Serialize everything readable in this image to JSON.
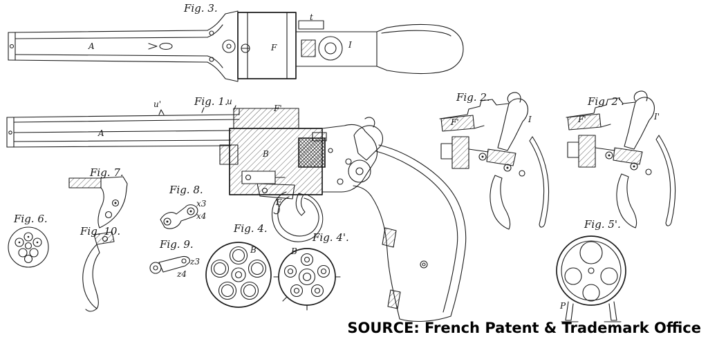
{
  "page": {
    "background": "#ffffff",
    "ink": "#1a1a1a"
  },
  "figures": {
    "fig3": {
      "label": "Fig. 3."
    },
    "fig1": {
      "label": "Fig. 1."
    },
    "fig2": {
      "label": "Fig. 2."
    },
    "fig2p": {
      "label": "Fig. 2'."
    },
    "fig7": {
      "label": "Fig. 7."
    },
    "fig6": {
      "label": "Fig. 6."
    },
    "fig10": {
      "label": "Fig. 10."
    },
    "fig8": {
      "label": "Fig. 8."
    },
    "fig9": {
      "label": "Fig. 9."
    },
    "fig4": {
      "label": "Fig. 4."
    },
    "fig4p": {
      "label": "Fig. 4'."
    },
    "fig5p": {
      "label": "Fig. 5'."
    }
  },
  "part_labels": [
    "A",
    "F",
    "I",
    "t",
    "A",
    "u'",
    "u",
    "F'",
    "B",
    "E",
    "F'",
    "I",
    "F'",
    "I'",
    "B",
    "B",
    "P",
    "x3",
    "x4",
    "z3",
    "z4"
  ],
  "source_credit": "SOURCE: French Patent & Trademark Office"
}
